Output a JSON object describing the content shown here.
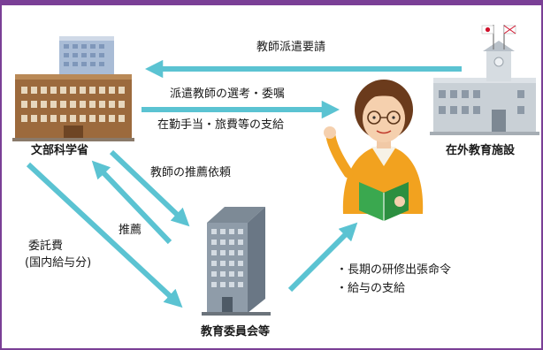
{
  "colors": {
    "frame": "#7a3f96",
    "arrow": "#5bc3d2",
    "text": "#1a1a1a",
    "building_brown": "#9c6a3d",
    "building_blue": "#8ea7c8",
    "building_gray": "#c9d0d6"
  },
  "nodes": {
    "ministry": {
      "label": "文部科学省",
      "icon": "government-building-icon"
    },
    "overseas_facility": {
      "label": "在外教育施設",
      "icon": "school-building-with-flags-icon"
    },
    "board_of_education": {
      "label": "教育委員会等",
      "icon": "office-tower-icon"
    },
    "teacher": {
      "icon": "teacher-with-book-icon"
    }
  },
  "edges": {
    "dispatch_request": "教師派遣要請",
    "selection_commission": "派遣教師の選考・委嘱",
    "allowance_payment": "在勤手当・旅費等の支給",
    "recommendation_request": "教師の推薦依頼",
    "recommendation": "推薦",
    "consignment_line1": "委託費",
    "consignment_line2": "(国内給与分)",
    "board_to_teacher_line1": "・長期の研修出張命令",
    "board_to_teacher_line2": "・給与の支給"
  }
}
